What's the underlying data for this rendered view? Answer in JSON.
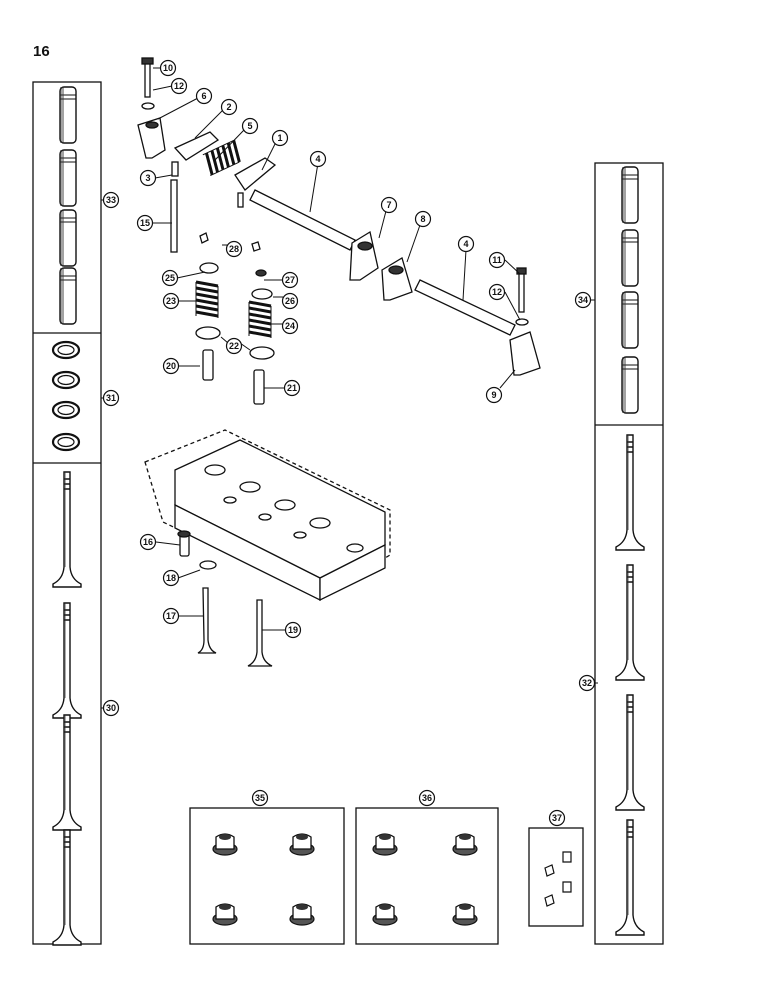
{
  "page_number": "16",
  "callouts": {
    "c1": "1",
    "c2": "2",
    "c3": "3",
    "c4a": "4",
    "c4b": "4",
    "c5": "5",
    "c6": "6",
    "c7": "7",
    "c8": "8",
    "c9": "9",
    "c10": "10",
    "c11": "11",
    "c12a": "12",
    "c12b": "12",
    "c15": "15",
    "c16": "16",
    "c17": "17",
    "c18": "18",
    "c19": "19",
    "c20": "20",
    "c21": "21",
    "c22": "22",
    "c23": "23",
    "c24": "24",
    "c25": "25",
    "c26": "26",
    "c27": "27",
    "c28": "28",
    "c30": "30",
    "c31": "31",
    "c32": "32",
    "c33": "33",
    "c34": "34",
    "c35": "35",
    "c36": "36",
    "c37": "37"
  }
}
